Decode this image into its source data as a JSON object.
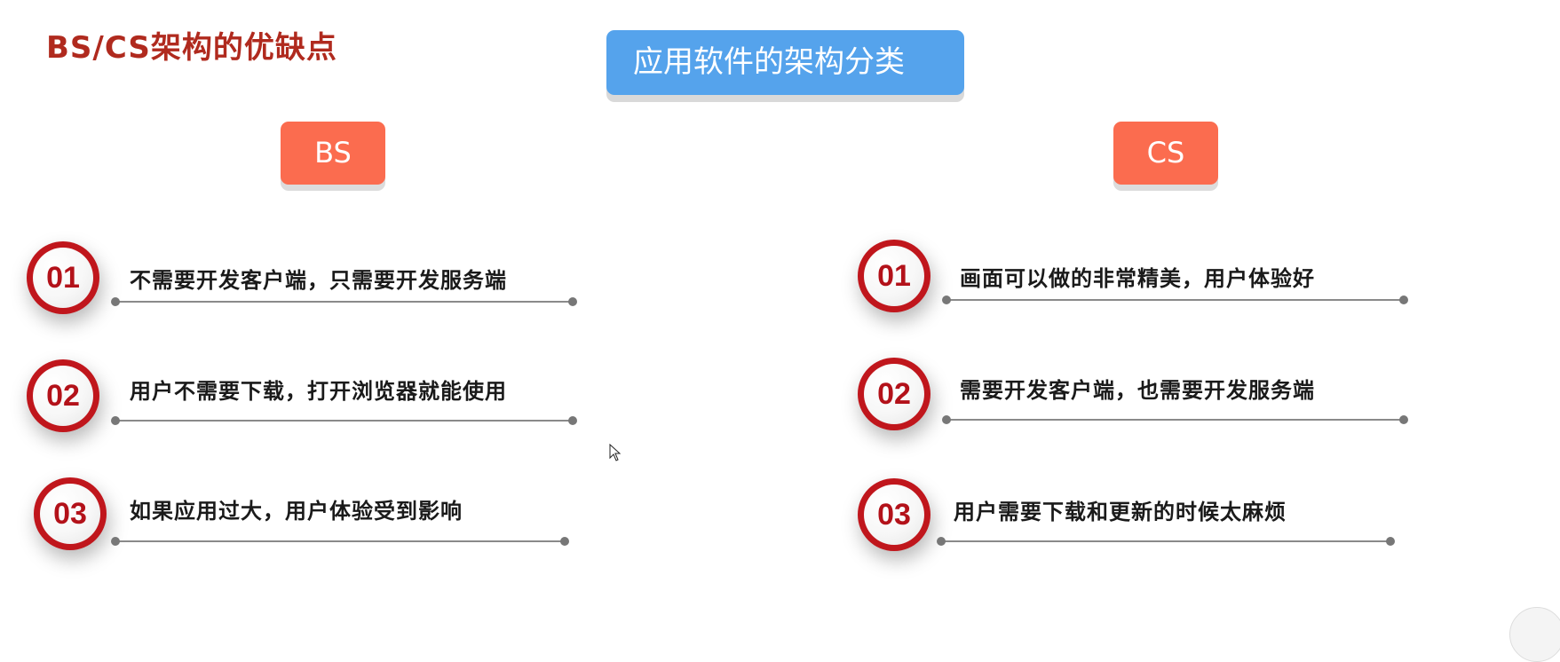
{
  "slide": {
    "title": "BS/CS架构的优缺点",
    "category_label": "应用软件的架构分类"
  },
  "colors": {
    "title": "#b02a1e",
    "category_box": "#55a3ec",
    "column_header": "#fb6c4f",
    "badge_ring": "#c0161c"
  },
  "bs": {
    "header": "BS",
    "items": [
      {
        "number": "01",
        "text": "不需要开发客户端，只需要开发服务端"
      },
      {
        "number": "02",
        "text": "用户不需要下载，打开浏览器就能使用"
      },
      {
        "number": "03",
        "text": "如果应用过大，用户体验受到影响"
      }
    ]
  },
  "cs": {
    "header": "CS",
    "items": [
      {
        "number": "01",
        "text": "画面可以做的非常精美，用户体验好"
      },
      {
        "number": "02",
        "text": "需要开发客户端，也需要开发服务端"
      },
      {
        "number": "03",
        "text": "用户需要下载和更新的时候太麻烦"
      }
    ]
  }
}
